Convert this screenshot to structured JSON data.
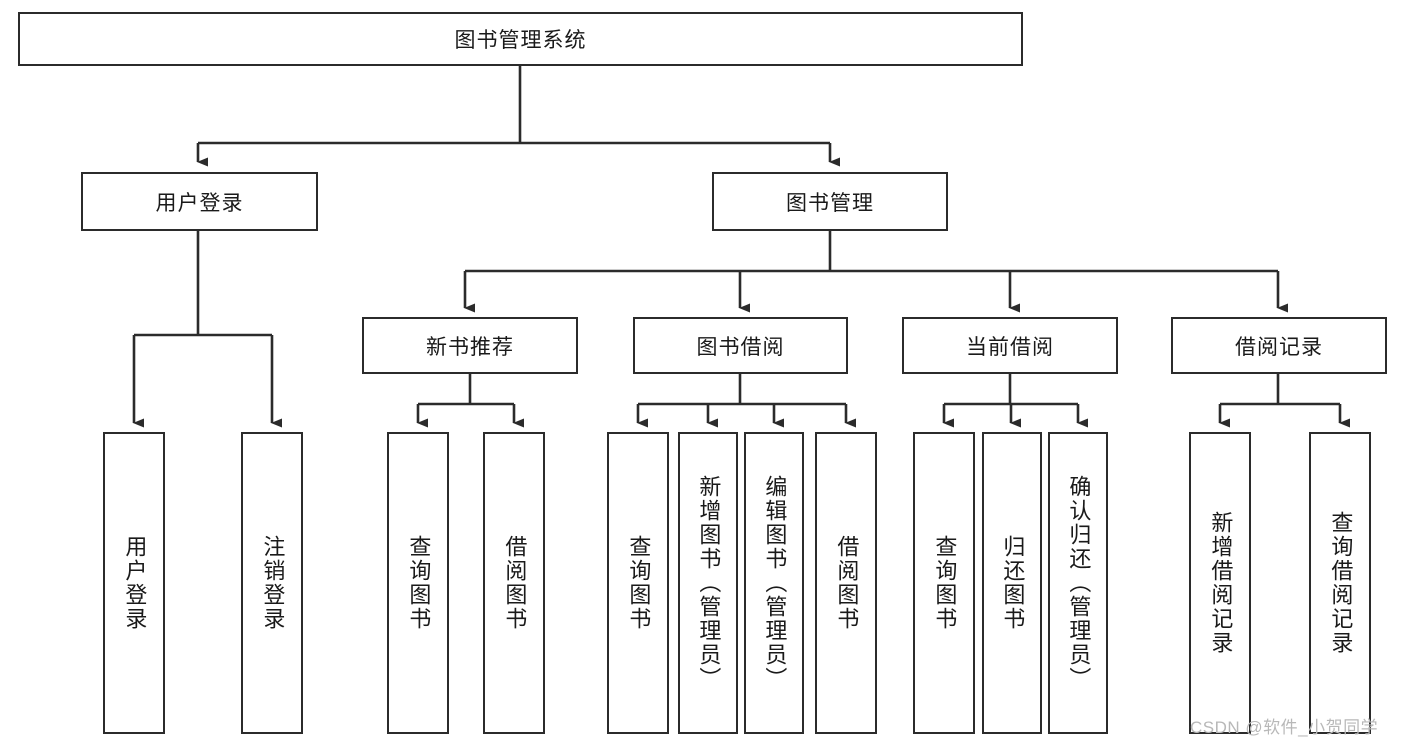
{
  "diagram": {
    "title": "图书管理系统",
    "type": "tree-hierarchy-diagram",
    "colors": {
      "box_border": "#2b2b2b",
      "line": "#2b2b2b",
      "background": "#ffffff",
      "text": "#1a1a1a",
      "watermark": "#b8b8b8"
    },
    "root": {
      "label": "图书管理系统"
    },
    "level2": [
      {
        "label": "用户登录"
      },
      {
        "label": "图书管理"
      }
    ],
    "level3": [
      {
        "label": "新书推荐"
      },
      {
        "label": "图书借阅"
      },
      {
        "label": "当前借阅"
      },
      {
        "label": "借阅记录"
      }
    ],
    "leaves": {
      "user_login": [
        {
          "label": "用户登录"
        },
        {
          "label": "注销登录"
        }
      ],
      "new_book_recommend": [
        {
          "label": "查询图书"
        },
        {
          "label": "借阅图书"
        }
      ],
      "book_borrow": [
        {
          "label": "查询图书"
        },
        {
          "label": "新增图书（管理员）"
        },
        {
          "label": "编辑图书（管理员）"
        },
        {
          "label": "借阅图书"
        }
      ],
      "current_borrow": [
        {
          "label": "查询图书"
        },
        {
          "label": "归还图书"
        },
        {
          "label": "确认归还（管理员）"
        }
      ],
      "borrow_record": [
        {
          "label": "新增借阅记录"
        },
        {
          "label": "查询借阅记录"
        }
      ]
    }
  },
  "watermark": {
    "text": "CSDN @软件_小贺同学"
  }
}
